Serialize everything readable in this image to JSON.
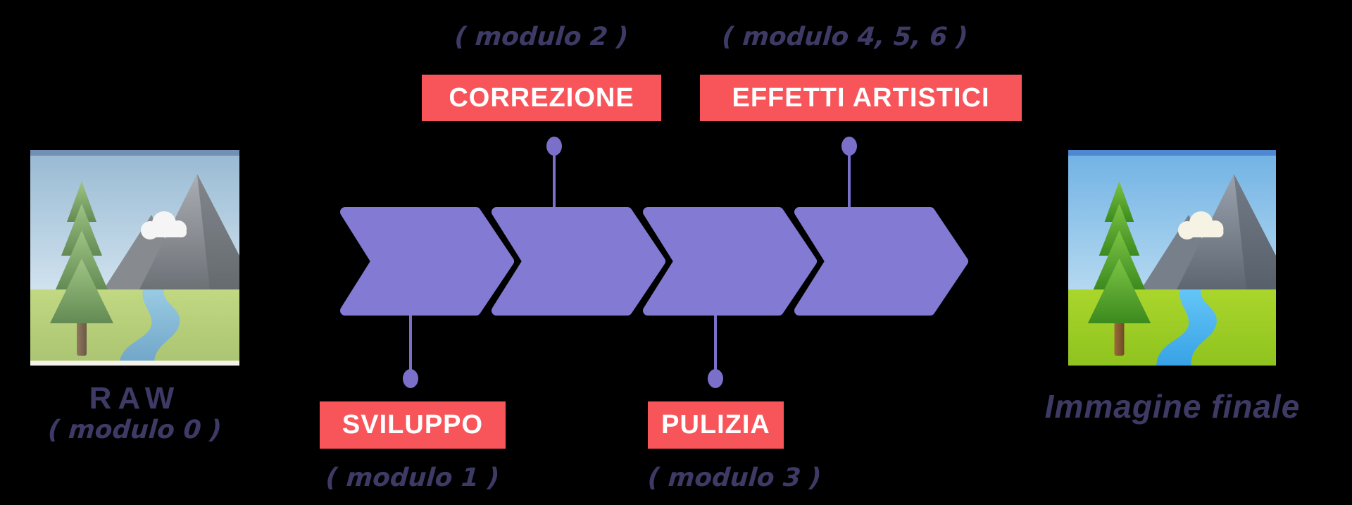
{
  "colors": {
    "background": "#000000",
    "accent_red": "#F8555B",
    "purple": "#837AD3",
    "purple_dark": "#7A70C9",
    "navy": "#3E3A66",
    "white": "#FFFFFF"
  },
  "flow": {
    "input": {
      "title": "RAW",
      "note": "( modulo 0 )",
      "icon": "landscape-photo"
    },
    "output": {
      "title": "Immagine finale",
      "icon": "landscape-photo"
    },
    "top_labels": [
      {
        "title": "CORREZIONE",
        "note": "( modulo 2 )"
      },
      {
        "title": "EFFETTI ARTISTICI",
        "note": "( modulo 4, 5, 6 )"
      }
    ],
    "bottom_labels": [
      {
        "title": "SVILUPPO",
        "note": "( modulo 1 )"
      },
      {
        "title": "PULIZIA",
        "note": "( modulo 3 )"
      }
    ]
  }
}
